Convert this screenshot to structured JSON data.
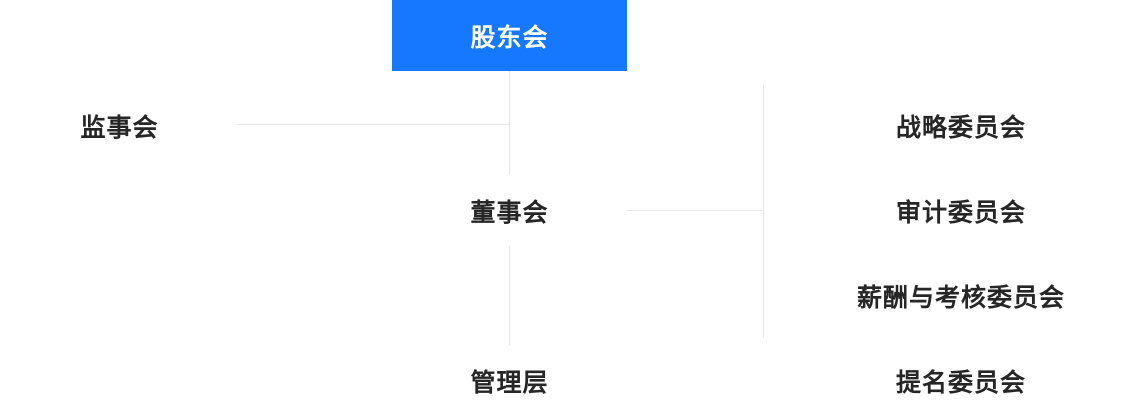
{
  "org_chart": {
    "nodes": {
      "shareholders": {
        "label": "股东会"
      },
      "supervisory": {
        "label": "监事会"
      },
      "board": {
        "label": "董事会"
      },
      "management": {
        "label": "管理层"
      }
    },
    "committees": [
      {
        "label": "战略委员会"
      },
      {
        "label": "审计委员会"
      },
      {
        "label": "薪酬与考核委员会"
      },
      {
        "label": "提名委员会"
      }
    ],
    "colors": {
      "primary": "#1677ff",
      "primary_text": "#ffffff",
      "text": "#262626",
      "line": "#e8e8e8"
    }
  }
}
